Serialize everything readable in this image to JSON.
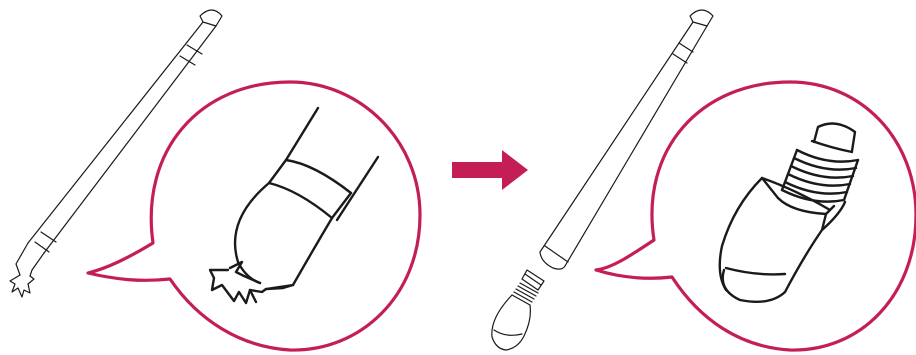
{
  "colors": {
    "accent": "#c41e56",
    "ink": "#1a1a1a",
    "background": "#ffffff"
  },
  "panels": [
    {
      "id": "before",
      "subject": "stylus-with-worn-nib",
      "callout": "worn-nib-closeup"
    },
    {
      "id": "after",
      "subject": "stylus-with-nib-removed",
      "callout": "new-nib-closeup"
    }
  ],
  "arrow": {
    "direction": "right",
    "icon": "arrow-right-icon"
  }
}
